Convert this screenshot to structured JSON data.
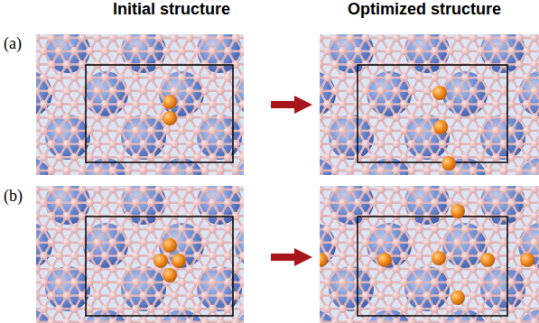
{
  "diagram": {
    "labels": [
      "Initial structure",
      "Optimized structure",
      "(a)",
      "(b)"
    ]
  }
}
